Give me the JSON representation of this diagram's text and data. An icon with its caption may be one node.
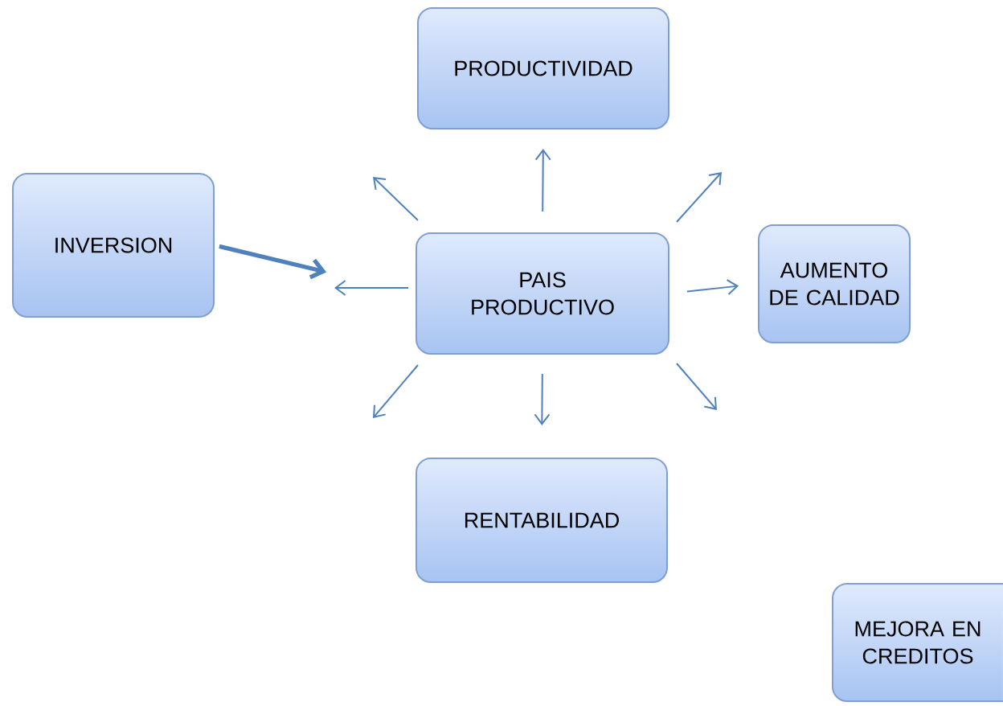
{
  "diagram": {
    "nodes": [
      {
        "text": [
          "INVERSION"
        ]
      },
      {
        "text": [
          "PAIS PRODUCTIVO"
        ]
      },
      {
        "text": [
          "PRODUCTIVIDAD"
        ]
      },
      {
        "text": [
          "AUMENTO DE CALIDAD"
        ]
      },
      {
        "text": [
          "RENTABILIDAD"
        ]
      },
      {
        "text": [
          "MEJORA EN CREDITOS"
        ]
      }
    ],
    "edges": [
      {
        "from": 0,
        "to": 1,
        "arrow": "to",
        "style": "thick"
      },
      {
        "from": 1,
        "to": 2,
        "arrow": "to"
      },
      {
        "from": 1,
        "to": 3,
        "arrow": "to"
      },
      {
        "from": 1,
        "to": 4,
        "arrow": "to"
      },
      {
        "from": 1,
        "to": null,
        "arrow": "to"
      },
      {
        "from": 1,
        "to": null,
        "arrow": "to"
      },
      {
        "from": 1,
        "to": null,
        "arrow": "to"
      },
      {
        "from": 1,
        "to": null,
        "arrow": "to"
      },
      {
        "from": 1,
        "to": null,
        "arrow": "to"
      }
    ]
  }
}
